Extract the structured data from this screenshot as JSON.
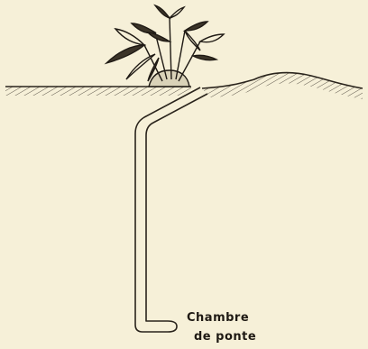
{
  "diagram": {
    "label_line_1": "Chambre",
    "label_line_2": "de ponte"
  },
  "colors": {
    "background": "#f6f0d8",
    "ink": "#1f1a14"
  },
  "icons": [
    "plant-icon",
    "soil-mound",
    "burrow-tunnel"
  ]
}
